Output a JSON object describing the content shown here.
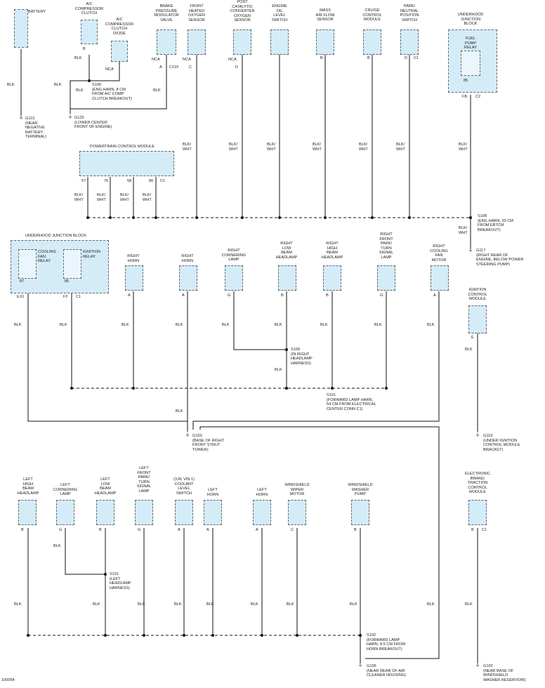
{
  "components": {
    "battery": "BATTERY",
    "ac_comp_clutch": "A/C\nCOMPRESSOR\nCLUTCH",
    "ac_comp_clutch_diode": "A/C\nCOMPRESSOR\nCLUTCH\nDIODE",
    "brake_pressure_valve": "BRAKE\nPRESSURE\nMODULATOR\nVALVE",
    "front_heated_o2": "FRONT\nHEATED\nOXYGEN\nSENSOR",
    "post_cat_o2": "POST\nCATALYTIC\nCONVERTER\nOXYGEN\nSENSOR",
    "engine_oil_level": "ENGINE\nOIL\nLEVEL\nSWITCH",
    "mass_air_flow": "MASS\nAIR FLOW\nSENSOR",
    "cruise_control": "CRUISE\nCONTROL\nMODULE",
    "park_neutral": "PARK/\nNEUTRAL\nPOSITION\nSWITCH",
    "ujb_top": "UNDERHOOD\nJUNCTION\nBLOCK",
    "fuel_pump_relay": "FUEL\nPUMP\nRELAY",
    "pcm": "POWERTRAIN CONTROL MODULE",
    "ujb_mid": "UNDERHOOD JUNCTION BLOCK",
    "cooling_fan_relay": "COOLING\nFAN\nRELAY",
    "ignition_relay": "IGNITION\nRELAY",
    "right_horn": "RIGHT\nHORN",
    "right_horn2": "RIGHT\nHORN",
    "right_cornering": "RIGHT\nCORNERING\nLAMP",
    "right_low_beam": "RIGHT\nLOW\nBEAM\nHEADLAMP",
    "right_high_beam": "RIGHT\nHIGH\nBEAM\nHEADLAMP",
    "right_turn": "RIGHT\nFRONT\nPARK/\nTURN\nSIGNAL\nLAMP",
    "right_cooling_fan": "RIGHT\nCOOLING\nFAN\nMOTOR",
    "ignition_control": "IGNITION\nCONTROL\nMODULE",
    "left_high_beam": "LEFT\nHIGH\nBEAM\nHEADLAMP",
    "left_cornering": "LEFT\nCORNERING\nLAMP",
    "left_low_beam": "LEFT\nLOW\nBEAM\nHEADLAMP",
    "left_turn": "LEFT\nFRONT\nPARK/\nTURN\nSIGNAL\nLAMP",
    "coolant_level": "(3.8L VIN 1)\nCOOLANT\nLEVEL\nSWITCH",
    "left_horn": "LEFT\nHORN",
    "left_horn2": "LEFT\nHORN",
    "wiper_motor": "WINDSHIELD\nWIPER\nMOTOR",
    "washer_pump": "WINDSHIELD\nWASHER\nPUMP",
    "ebtcm": "ELECTRONIC\nBRAKE/\nTRACTION\nCONTROL\nMODULE"
  },
  "splices": {
    "s106": "S106\n(ENG HARN, 8 CM\nFROM A/C COMP\nCLUTCH BREAKOUT)",
    "s108": "S108\n(ENG HARN, 20 CM\nFROM EBTCM\nBREAKOUT)",
    "s109": "S109\n(IN RIGHT\nHEADLAMP\nHARNESS)",
    "s101": "S101\n(FORWARD LAMP HARN,\n54 CM FROM ELECTRICAL\nCENTER CONN C1)",
    "s110": "S110\n(LEFT\nHEADLAMP\nHARNESS)",
    "s102": "S102\n(FORWARD LAMP\nHARN, 8.5 CM FROM\nHORN BREAKOUT)"
  },
  "grounds": {
    "g101": "G101\n(NEAR\nNEGATIVE\nBATTERY\nTERMINAL)",
    "g125": "G125\n(LOWER CENTER\nFRONT OF ENGINE)",
    "g117": "G117\n(RIGHT REAR OF\nENGINE, BELOW POWER\nSTEERING PUMP)",
    "g103": "G103\n(BASE OF RIGHT\nFRONT STRUT\nTOWER)",
    "g119": "G119\n(UNDER IGNITION\nCONTROL MODULE\nBRACKET)",
    "g106": "G106\n(NEAR REAR OF AIR\nCLEANER HOUSING)",
    "g102": "G102\n(NEAR BASE OF\nWINDSHIELD\nWASHER RESERVOIR)"
  },
  "wire_colors": {
    "blk": "BLK",
    "blk_wht": "BLK/\nWHT"
  },
  "pins": {
    "b": "B",
    "a": "A",
    "c": "C",
    "d": "D",
    "g": "G",
    "e": "E",
    "nca": "NCA",
    "c119": "C119",
    "c1": "C1",
    "c2": "C2",
    "fb": "FB",
    "p85": "85",
    "p57": "57",
    "p76": "76",
    "p58": "58",
    "p80": "80",
    "p87": "87",
    "e10": "E10",
    "f2": "F2"
  },
  "footer_code": "100054"
}
